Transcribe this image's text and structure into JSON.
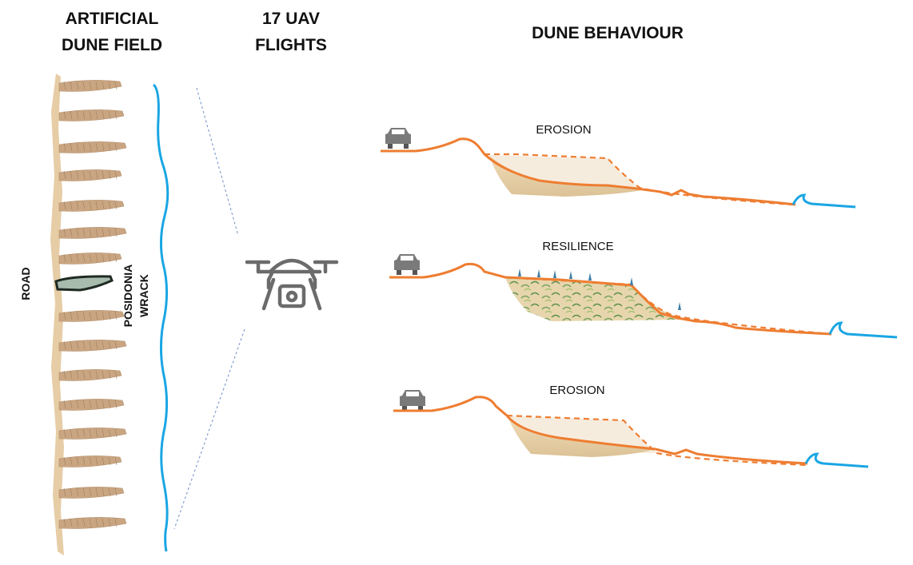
{
  "headings": {
    "dune_field": [
      "ARTIFICIAL",
      "DUNE FIELD"
    ],
    "uav_flights": [
      "17 UAV",
      "FLIGHTS"
    ],
    "dune_behaviour": "DUNE BEHAVIOUR"
  },
  "labels": {
    "road": "ROAD",
    "posidonia": [
      "POSIDONIA",
      "WRACK"
    ]
  },
  "profiles": [
    {
      "label": "EROSION"
    },
    {
      "label": "RESILIENCE"
    },
    {
      "label": "EROSION"
    }
  ],
  "icons": {
    "drone": "drone-camera-icon",
    "car": "car-icon"
  },
  "colors": {
    "profile_line": "#ee7d31",
    "water_line": "#1aa6e3",
    "sand": "#e9d2ae",
    "wrack": "#9fb1a4",
    "icon": "#6b6b6b",
    "vegetation": "#4d9b5a"
  }
}
